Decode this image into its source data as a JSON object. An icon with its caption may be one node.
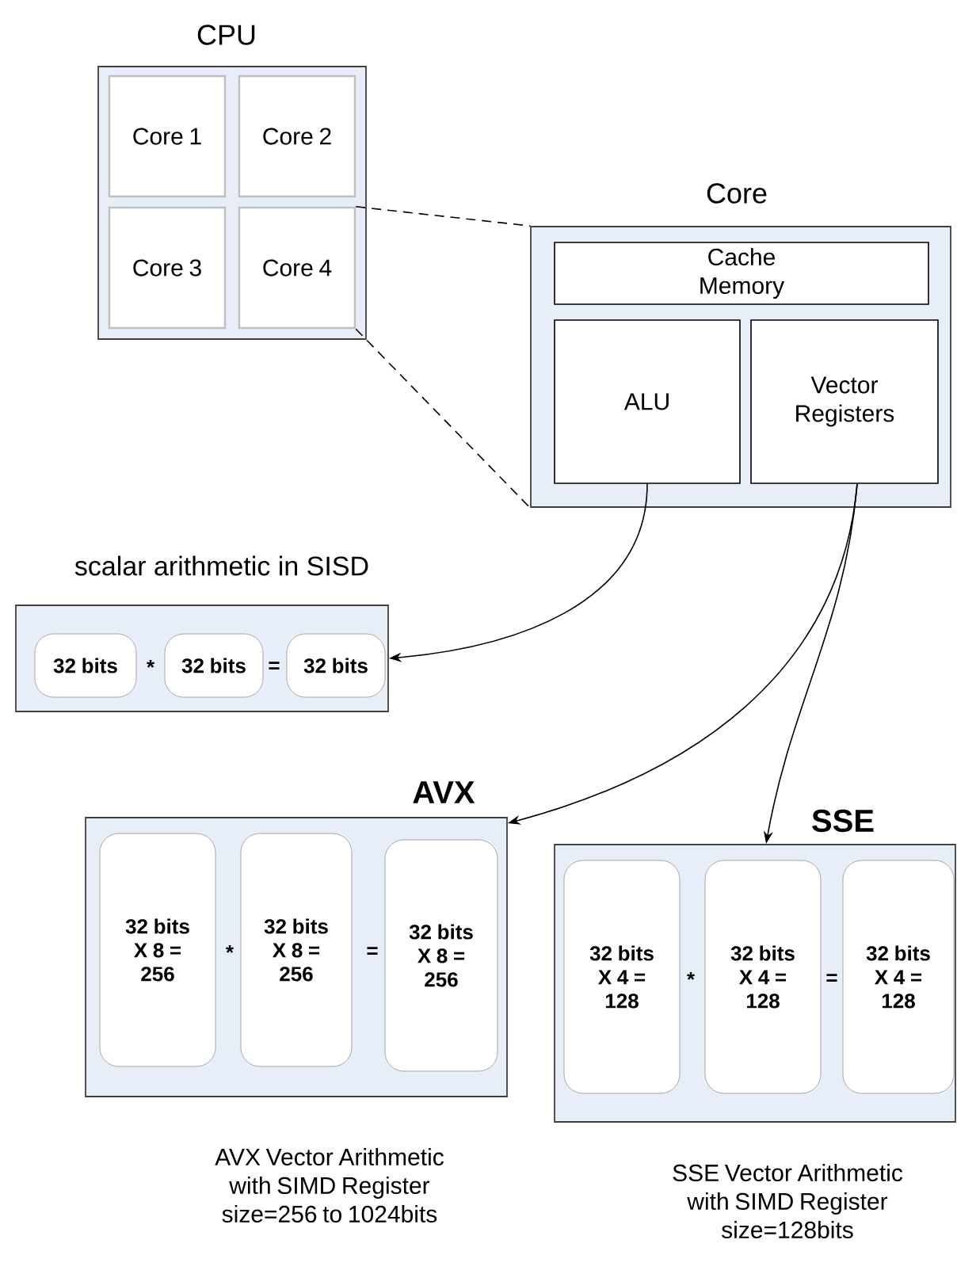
{
  "diagram": {
    "nodes": [
      {
        "text": [
          "CPU"
        ]
      },
      {
        "text": [
          "Core 1"
        ],
        "in": 0
      },
      {
        "text": [
          "Core 2"
        ],
        "in": 0
      },
      {
        "text": [
          "Core 3"
        ],
        "in": 0
      },
      {
        "text": [
          "Core 4"
        ],
        "in": 0
      },
      {
        "text": [
          "Core"
        ]
      },
      {
        "text": [
          "Cache Memory"
        ],
        "in": 5
      },
      {
        "text": [
          "ALU"
        ],
        "in": 5
      },
      {
        "text": [
          "Vector Registers"
        ],
        "in": 5
      },
      {
        "text": [
          "scalar arithmetic in SISD"
        ]
      },
      {
        "text": [
          "32 bits"
        ],
        "in": 9
      },
      {
        "text": [
          "32 bits"
        ],
        "in": 9
      },
      {
        "text": [
          "32 bits"
        ],
        "in": 9
      },
      {
        "text": [
          "AVX"
        ],
        "beside": [
          "AVX Vector Arithmetic with SIMD Register size=256 to 1024bits"
        ]
      },
      {
        "text": [
          "32 bits X 8 = 256"
        ],
        "in": 13
      },
      {
        "text": [
          "32 bits X 8 = 256"
        ],
        "in": 13
      },
      {
        "text": [
          "32 bits X 8 = 256"
        ],
        "in": 13
      },
      {
        "text": [
          "SSE"
        ],
        "beside": [
          "SSE Vector Arithmetic with SIMD Register size=128bits"
        ]
      },
      {
        "text": [
          "32 bits X 4 = 128"
        ],
        "in": 17
      },
      {
        "text": [
          "32 bits X 4 = 128"
        ],
        "in": 17
      },
      {
        "text": [
          "32 bits X 4 = 128"
        ],
        "in": 17
      }
    ],
    "edges": [
      {
        "from": 4,
        "to": 5,
        "arrow": "none",
        "style": "dashed"
      },
      {
        "from": 4,
        "to": 5,
        "arrow": "none",
        "style": "dashed"
      },
      {
        "from": 7,
        "to": 9,
        "arrow": "to"
      },
      {
        "from": 8,
        "to": 13,
        "arrow": "to"
      },
      {
        "from": 8,
        "to": 17,
        "arrow": "to"
      }
    ],
    "labels": [
      "*",
      "=",
      "*",
      "=",
      "*",
      "="
    ]
  }
}
